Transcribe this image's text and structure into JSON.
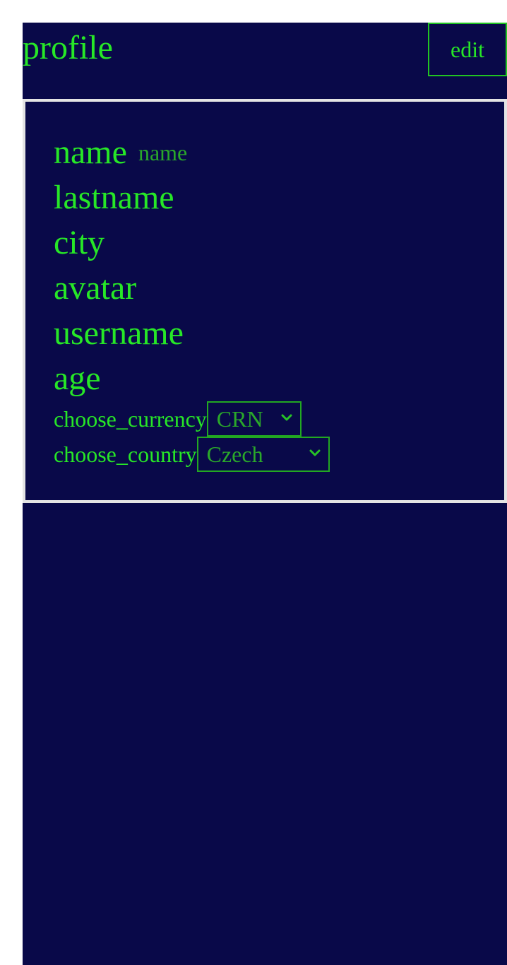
{
  "header": {
    "title": "profile",
    "edit_label": "edit"
  },
  "profile": {
    "fields": [
      {
        "label": "name",
        "value": "name"
      },
      {
        "label": "lastname",
        "value": ""
      },
      {
        "label": "city",
        "value": ""
      },
      {
        "label": "avatar",
        "value": ""
      },
      {
        "label": "username",
        "value": ""
      },
      {
        "label": "age",
        "value": ""
      }
    ],
    "currency": {
      "label": "choose_currency",
      "selected": "CRN"
    },
    "country": {
      "label": "choose_country",
      "selected": "Czech"
    }
  },
  "colors": {
    "background": "#090949",
    "accent": "#27e727",
    "muted_accent": "#2aa82a",
    "card_border": "#e4e4e4"
  },
  "icons": {
    "select_arrow": "chevron-down-icon"
  }
}
